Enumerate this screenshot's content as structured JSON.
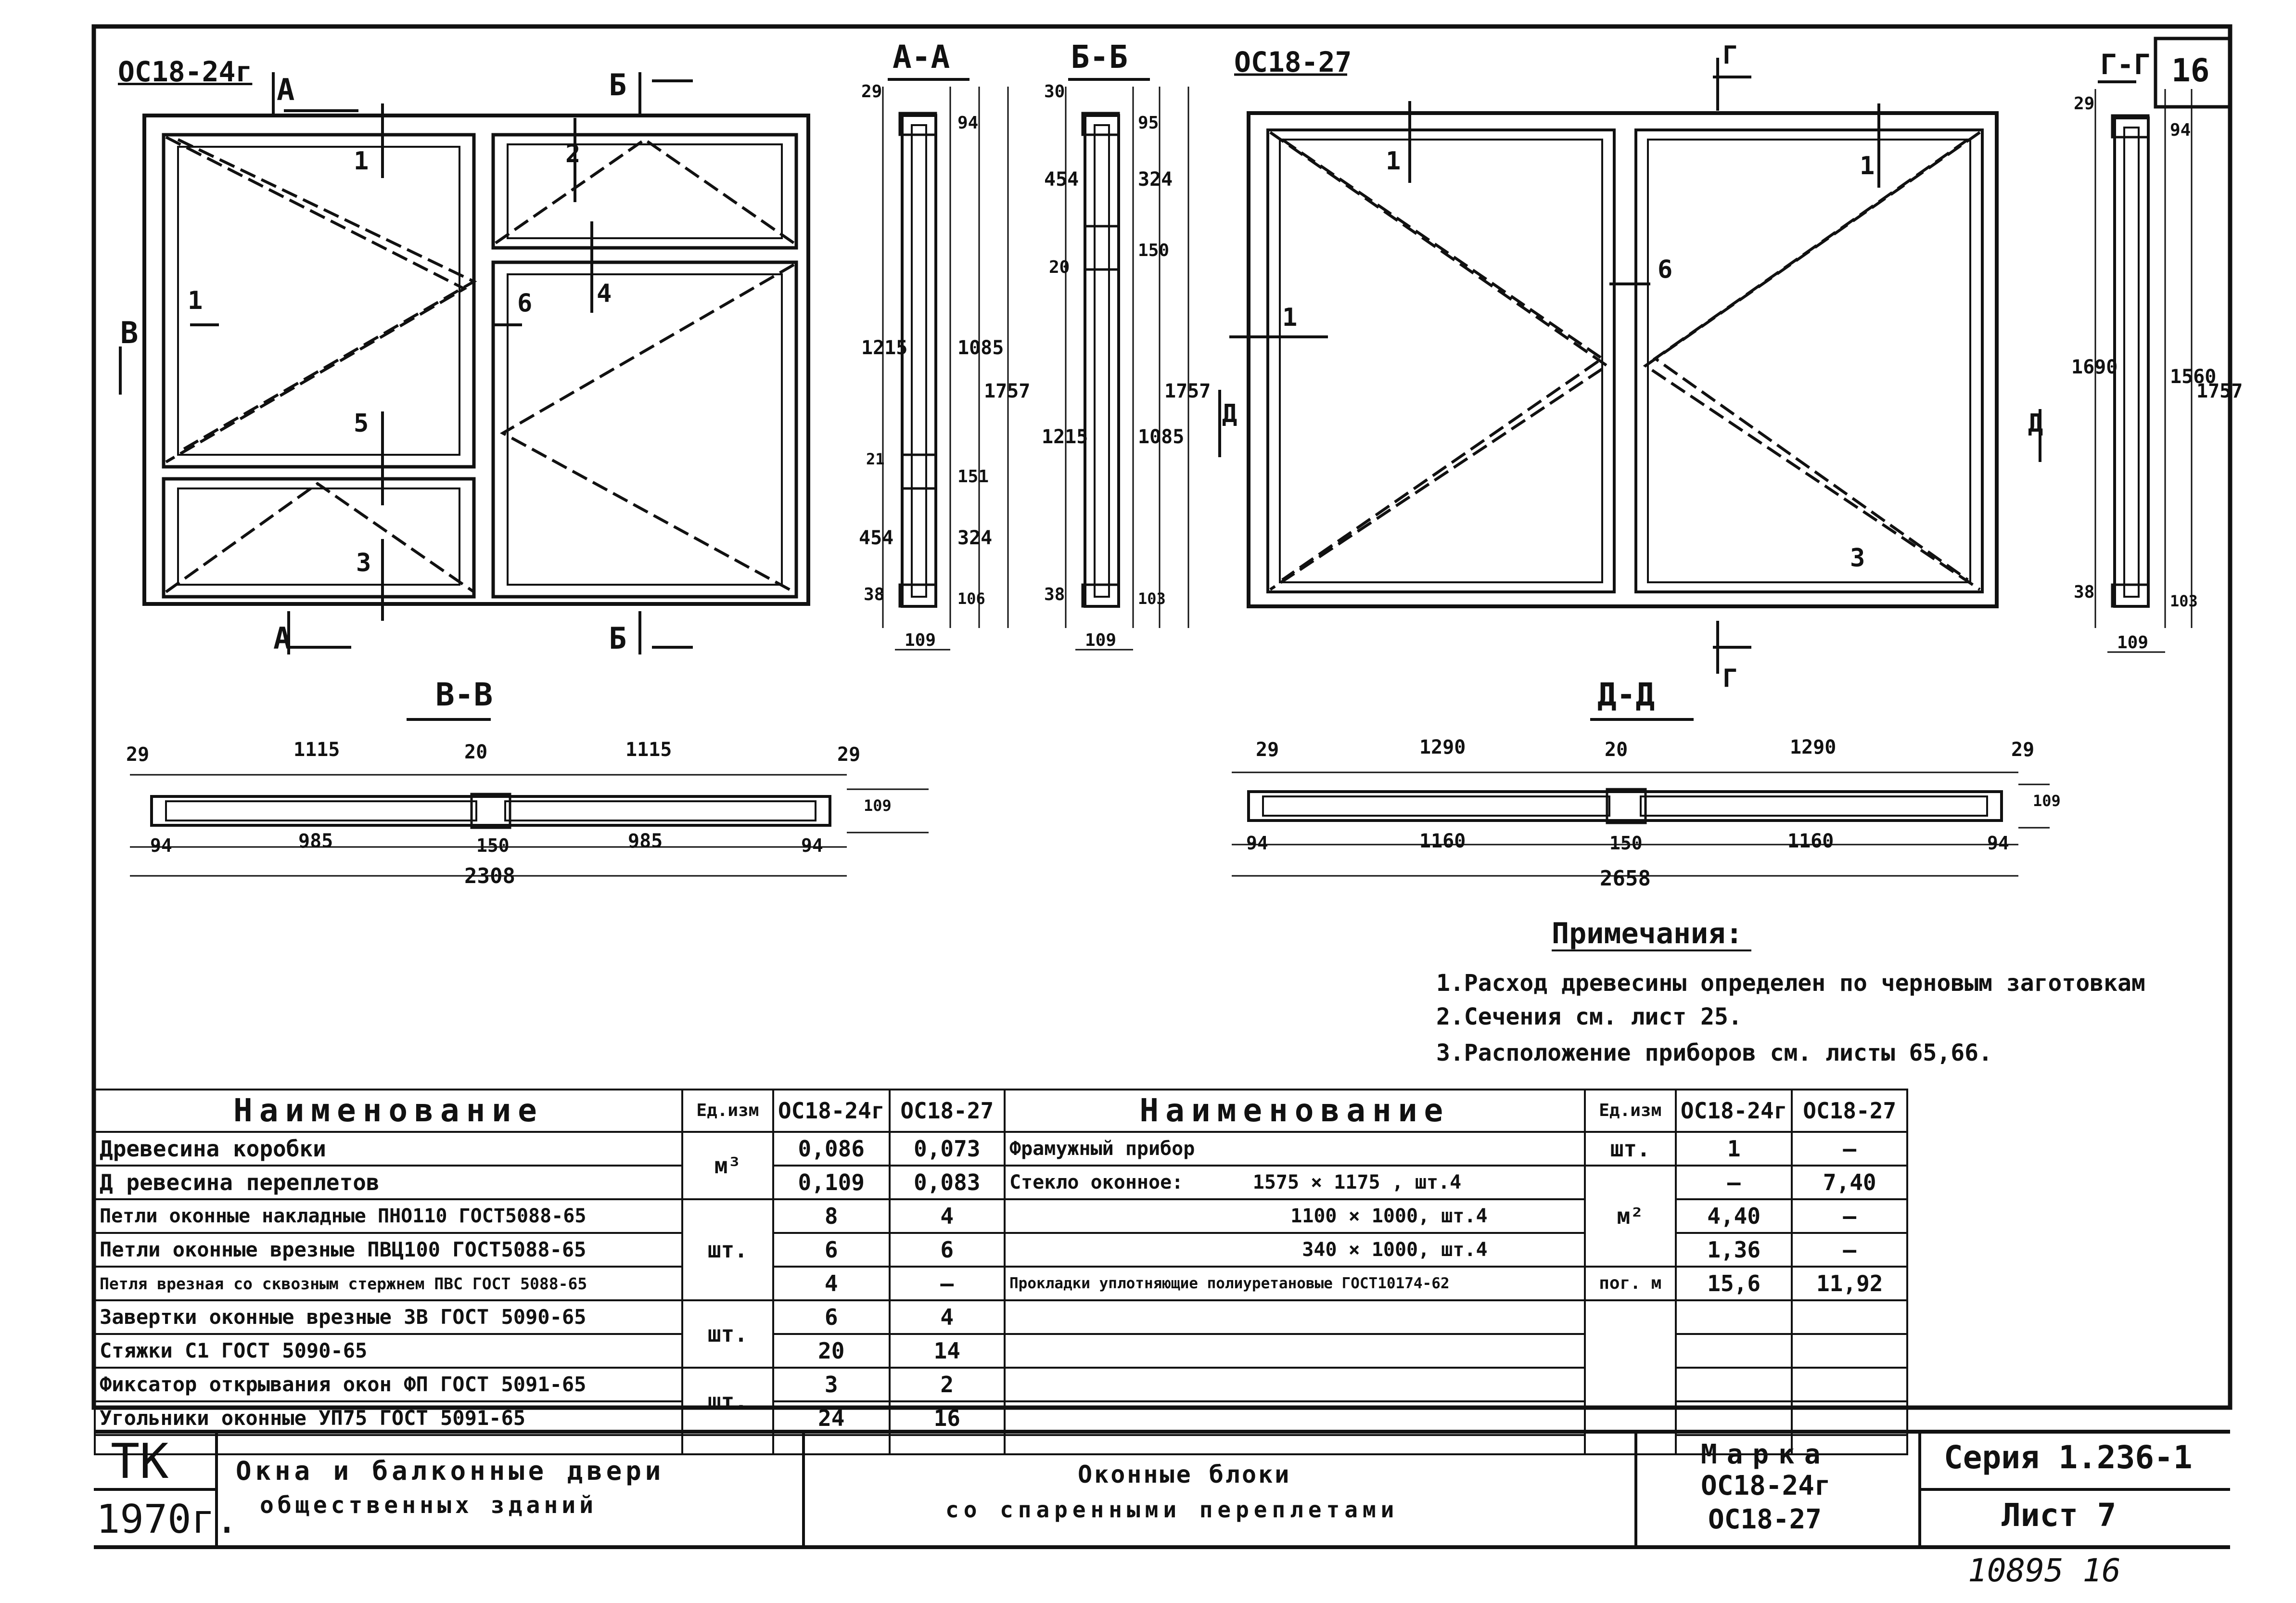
{
  "sheet": {
    "sheet_no": "16",
    "handwritten_no": "10895  16"
  },
  "drawings": {
    "left_title": "ОС18-24г",
    "right_title": "ОС18-27",
    "sec_AA": "А-А",
    "sec_BB": "Б-Б",
    "sec_GG": "Г-Г",
    "sec_VV": "В-В",
    "sec_DD": "Д-Д",
    "cut_A": "А",
    "cut_B": "Б",
    "cut_V": "В",
    "cut_G": "Г",
    "cut_D": "Д",
    "labels_left": [
      "1",
      "2",
      "1",
      "4",
      "6",
      "5",
      "3"
    ],
    "labels_right": [
      "1",
      "1",
      "6",
      "1",
      "3"
    ],
    "dims_AA": [
      "29",
      "94",
      "1215",
      "1085",
      "1757",
      "21",
      "151",
      "454",
      "324",
      "38",
      "106",
      "109"
    ],
    "dims_BB": [
      "30",
      "95",
      "454",
      "324",
      "20",
      "150",
      "1215",
      "1085",
      "1757",
      "38",
      "103",
      "109"
    ],
    "dims_GG": [
      "29",
      "94",
      "1690",
      "1560",
      "1757",
      "38",
      "103",
      "109"
    ],
    "dims_VV": [
      "29",
      "1115",
      "20",
      "1115",
      "29",
      "109",
      "94",
      "985",
      "150",
      "985",
      "94",
      "2308"
    ],
    "dims_DD": [
      "29",
      "1290",
      "20",
      "1290",
      "29",
      "109",
      "94",
      "1160",
      "150",
      "1160",
      "94",
      "2658"
    ]
  },
  "notes": {
    "title": "Примечания:",
    "items": [
      "1.Расход древесины определен по черновым заготовкам",
      "2.Сечения см. лист 25.",
      "3.Расположение приборов см. листы 65,66."
    ]
  },
  "table_left": {
    "headers": [
      "Наименование",
      "Ед.изм",
      "ОС18-24г",
      "ОС18-27"
    ],
    "rows": [
      {
        "name": "Древесина коробки",
        "unit": "м³",
        "a": "0,086",
        "b": "0,073"
      },
      {
        "name": "Д ревесина переплетов",
        "unit": "",
        "a": "0,109",
        "b": "0,083"
      },
      {
        "name": "Петли оконные накладные ПНО110 ГОСТ5088-65",
        "unit": "",
        "a": "8",
        "b": "4"
      },
      {
        "name": "Петли оконные врезные ПВЦ100 ГОСТ5088-65",
        "unit": "шт.",
        "a": "6",
        "b": "6"
      },
      {
        "name": "Петля врезная со сквозным стержнем ПВС ГОСТ 5088-65",
        "unit": "",
        "a": "4",
        "b": "–"
      },
      {
        "name": "Завертки оконные врезные ЗВ ГОСТ 5090-65",
        "unit": "шт.",
        "a": "6",
        "b": "4"
      },
      {
        "name": "Стяжки С1 ГОСТ 5090-65",
        "unit": "",
        "a": "20",
        "b": "14"
      },
      {
        "name": "Фиксатор открывания окон ФП ГОСТ 5091-65",
        "unit": "шт.",
        "a": "3",
        "b": "2"
      },
      {
        "name": "Угольники оконные УП75 ГОСТ 5091-65",
        "unit": "",
        "a": "24",
        "b": "16"
      }
    ]
  },
  "table_right": {
    "headers": [
      "Наименование",
      "Ед.изм",
      "ОС18-24г",
      "ОС18-27"
    ],
    "rows": [
      {
        "name": "Фрамужный прибор",
        "spec": "",
        "unit": "шт.",
        "a": "1",
        "b": "–"
      },
      {
        "name": "Стекло оконное:",
        "spec": "1575 × 1175 , шт.4",
        "unit": "",
        "a": "–",
        "b": "7,40"
      },
      {
        "name": "",
        "spec": "1100 × 1000, шт.4",
        "unit": "м²",
        "a": "4,40",
        "b": "–"
      },
      {
        "name": "",
        "spec": "340 × 1000, шт.4",
        "unit": "",
        "a": "1,36",
        "b": "–"
      },
      {
        "name": "Прокладки уплотняющие полиуретановые ГОСТ10174-62",
        "spec": "",
        "unit": "пог. м",
        "a": "15,6",
        "b": "11,92"
      }
    ]
  },
  "title_block": {
    "org": "ТК",
    "year": "1970г.",
    "subject_line1": "Окна и балконные двери",
    "subject_line2": "общественных зданий",
    "name_line1": "Оконные блоки",
    "name_line2": "со спаренными переплетами",
    "mark_label": "Марка",
    "mark1": "ОС18-24г",
    "mark2": "ОС18-27",
    "series": "Серия 1.236-1",
    "sheet": "Лист 7"
  }
}
